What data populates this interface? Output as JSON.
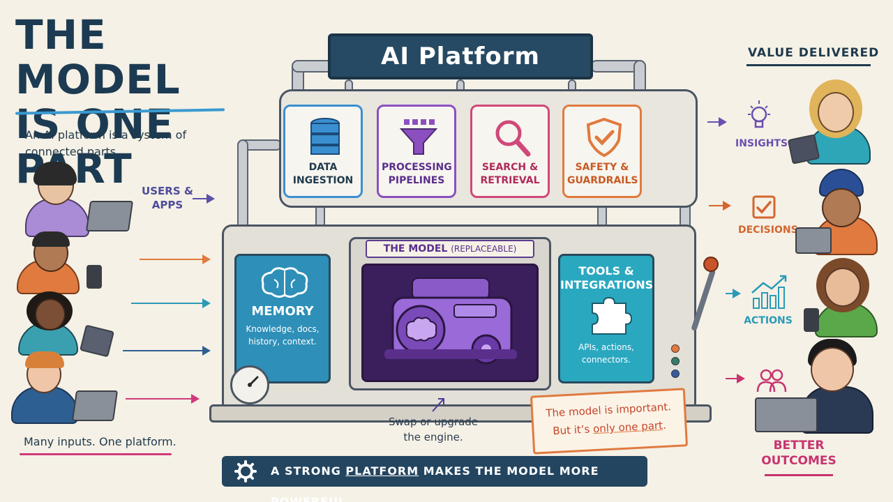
{
  "title": {
    "line1": "THE MODEL",
    "line2": "IS ONE PART"
  },
  "intro": "An AI platform is a system of connected parts.",
  "users_label": {
    "line1": "USERS &",
    "line2": "APPS"
  },
  "platform_sign": "AI Platform",
  "modules": [
    {
      "label_line1": "DATA",
      "label_line2": "INGESTION",
      "color": "#3a8fd0",
      "icon": "database-icon"
    },
    {
      "label_line1": "PROCESSING",
      "label_line2": "PIPELINES",
      "color": "#8b4fc0",
      "icon": "funnel-icon"
    },
    {
      "label_line1": "SEARCH &",
      "label_line2": "RETRIEVAL",
      "color": "#d0487a",
      "icon": "magnifier-icon"
    },
    {
      "label_line1": "SAFETY &",
      "label_line2": "GUARDRAILS",
      "color": "#e07a3f",
      "icon": "shield-check-icon"
    }
  ],
  "memory": {
    "title": "MEMORY",
    "desc_line1": "Knowledge, docs,",
    "desc_line2": "history, context.",
    "color": "#2e8fb8",
    "icon": "brain-icon"
  },
  "tools": {
    "title_line1": "TOOLS &",
    "title_line2": "INTEGRATIONS",
    "desc_line1": "APIs, actions,",
    "desc_line2": "connectors.",
    "color": "#2aa8c0",
    "icon": "puzzle-icon"
  },
  "model": {
    "title": "THE MODEL",
    "subtitle": "(REPLACEABLE)",
    "icon": "engine-brain-icon"
  },
  "swap_note": {
    "line1": "Swap or upgrade",
    "line2": "the engine."
  },
  "note_card": {
    "line1": "The model is important.",
    "line2_pre": "But it’s ",
    "line2_hl": "only one part",
    "line2_post": "."
  },
  "banner": {
    "pre": "A STRONG ",
    "hl": "PLATFORM",
    "post": " MAKES THE MODEL MORE POWERFUL."
  },
  "many_inputs": "Many inputs. One platform.",
  "value_title": "VALUE DELIVERED",
  "outputs": [
    {
      "label": "INSIGHTS",
      "color": "#6a4fb0",
      "icon": "lightbulb-icon"
    },
    {
      "label": "DECISIONS",
      "color": "#d5652f",
      "icon": "checkbox-icon"
    },
    {
      "label": "ACTIONS",
      "color": "#2a9ab8",
      "icon": "bar-chart-up-icon"
    },
    {
      "label": "",
      "color": "#c7336f",
      "icon": "people-icon"
    }
  ],
  "better_outcomes": {
    "line1": "BETTER",
    "line2": "OUTCOMES"
  }
}
